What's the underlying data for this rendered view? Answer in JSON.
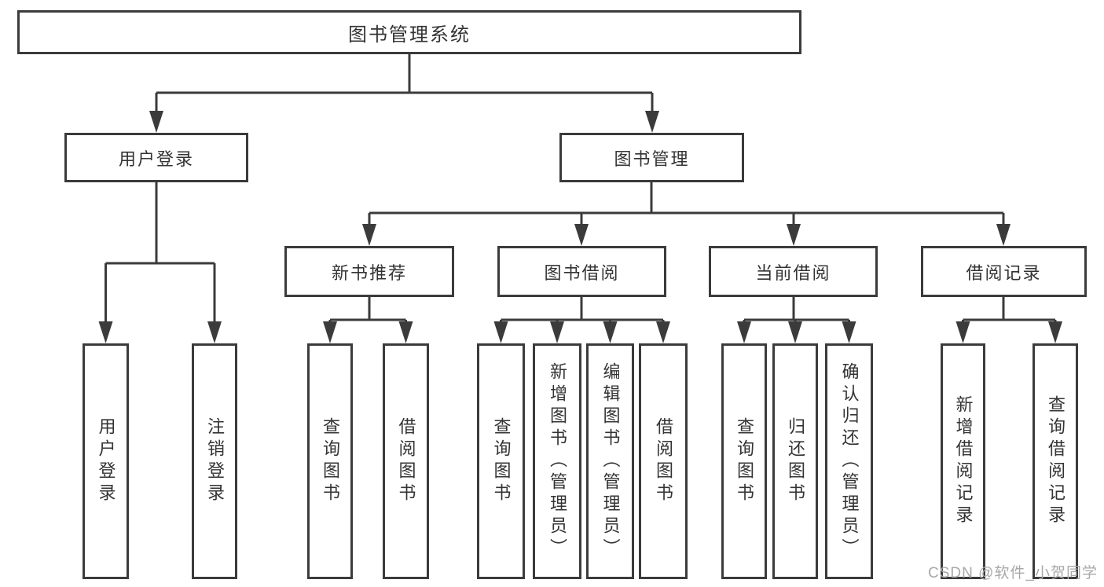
{
  "colors": {
    "line": "#3b3b3b",
    "node_border": "#3b3b3b",
    "text": "#333333",
    "watermark": "#a8a8a8",
    "background": "#ffffff"
  },
  "root_label": "图书管理系统",
  "login_branch": {
    "label": "用户登录",
    "children": [
      "用户登录",
      "注销登录"
    ]
  },
  "mgmt_branch": {
    "label": "图书管理",
    "groups": [
      {
        "label": "新书推荐",
        "children": [
          "查询图书",
          "借阅图书"
        ]
      },
      {
        "label": "图书借阅",
        "children": [
          "查询图书",
          "新增图书（管理员）",
          "编辑图书（管理员）",
          "借阅图书"
        ]
      },
      {
        "label": "当前借阅",
        "children": [
          "查询图书",
          "归还图书",
          "确认归还（管理员）"
        ]
      },
      {
        "label": "借阅记录",
        "children": [
          "新增借阅记录",
          "查询借阅记录"
        ]
      }
    ]
  },
  "watermark": "CSDN @软件_小贺同学"
}
